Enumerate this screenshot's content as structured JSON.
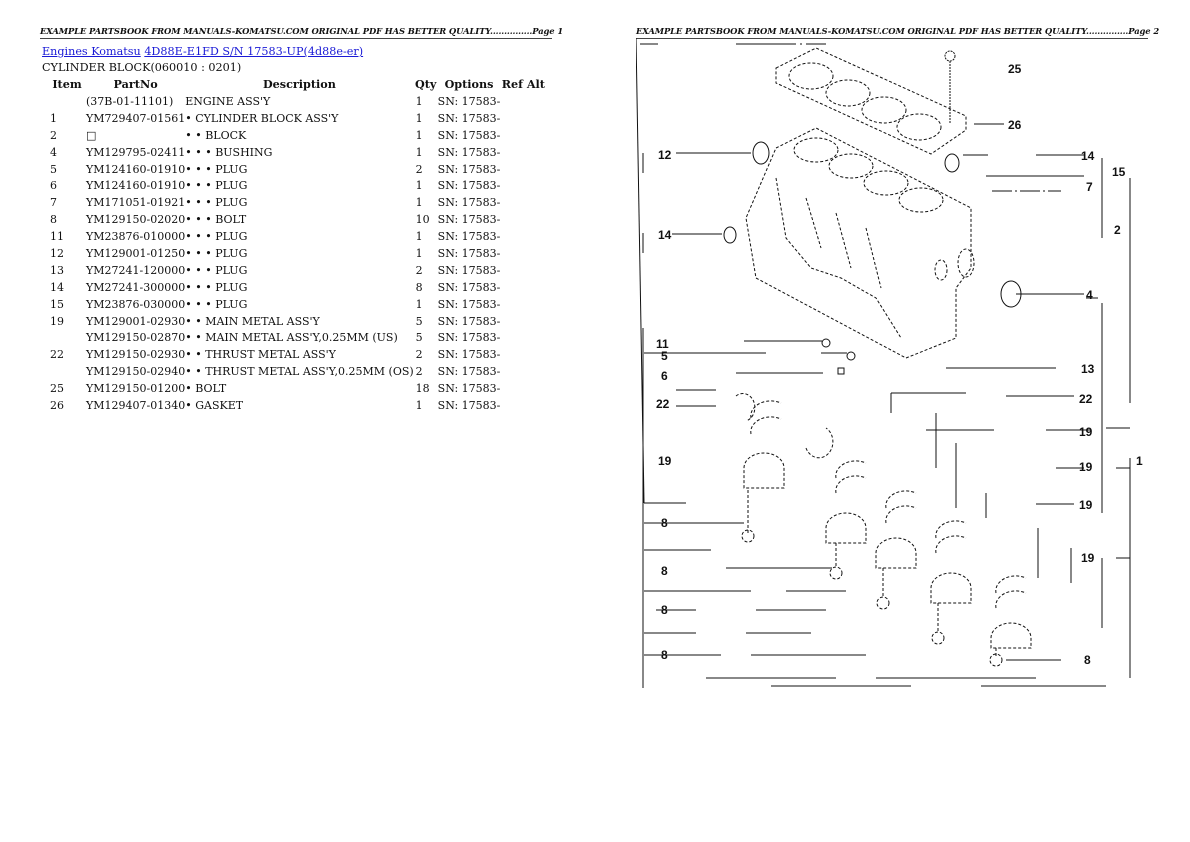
{
  "pages": [
    {
      "header": "EXAMPLE PARTSBOOK FROM MANUALS-KOMATSU.COM ORIGINAL PDF HAS BETTER QUALITY...............Page 1"
    },
    {
      "header": "EXAMPLE PARTSBOOK FROM MANUALS-KOMATSU.COM ORIGINAL PDF HAS BETTER QUALITY...............Page 2"
    }
  ],
  "breadcrumb": {
    "link1": "Engines Komatsu",
    "link2": "4D88E-E1FD S/N 17583-UP(4d88e-er)"
  },
  "section_title": "CYLINDER BLOCK(060010 : 0201)",
  "table": {
    "columns": [
      "Item",
      "PartNo",
      "Description",
      "Qty",
      "Options",
      "Ref Alt"
    ],
    "rows": [
      {
        "item": "",
        "part": "(37B-01-11101)",
        "desc": "ENGINE ASS'Y",
        "qty": "1",
        "opt": "SN: 17583-",
        "ref": ""
      },
      {
        "item": "1",
        "part": "YM729407-01561",
        "desc": "• CYLINDER BLOCK ASS'Y",
        "qty": "1",
        "opt": "SN: 17583-",
        "ref": ""
      },
      {
        "item": "2",
        "part": "□",
        "desc": "• • BLOCK",
        "qty": "1",
        "opt": "SN: 17583-",
        "ref": ""
      },
      {
        "item": "4",
        "part": "YM129795-02411",
        "desc": "• • • BUSHING",
        "qty": "1",
        "opt": "SN: 17583-",
        "ref": ""
      },
      {
        "item": "5",
        "part": "YM124160-01910",
        "desc": "• • • PLUG",
        "qty": "2",
        "opt": "SN: 17583-",
        "ref": ""
      },
      {
        "item": "6",
        "part": "YM124160-01910",
        "desc": "• • • PLUG",
        "qty": "1",
        "opt": "SN: 17583-",
        "ref": ""
      },
      {
        "item": "7",
        "part": "YM171051-01921",
        "desc": "• • • PLUG",
        "qty": "1",
        "opt": "SN: 17583-",
        "ref": ""
      },
      {
        "item": "8",
        "part": "YM129150-02020",
        "desc": "• • • BOLT",
        "qty": "10",
        "opt": "SN: 17583-",
        "ref": ""
      },
      {
        "item": "11",
        "part": "YM23876-010000",
        "desc": "• • • PLUG",
        "qty": "1",
        "opt": "SN: 17583-",
        "ref": ""
      },
      {
        "item": "12",
        "part": "YM129001-01250",
        "desc": "• • • PLUG",
        "qty": "1",
        "opt": "SN: 17583-",
        "ref": ""
      },
      {
        "item": "13",
        "part": "YM27241-120000",
        "desc": "• • • PLUG",
        "qty": "2",
        "opt": "SN: 17583-",
        "ref": ""
      },
      {
        "item": "14",
        "part": "YM27241-300000",
        "desc": "• • • PLUG",
        "qty": "8",
        "opt": "SN: 17583-",
        "ref": ""
      },
      {
        "item": "15",
        "part": "YM23876-030000",
        "desc": "• • • PLUG",
        "qty": "1",
        "opt": "SN: 17583-",
        "ref": ""
      },
      {
        "item": "19",
        "part": "YM129001-02930",
        "desc": "• • MAIN METAL ASS'Y",
        "qty": "5",
        "opt": "SN: 17583-",
        "ref": ""
      },
      {
        "item": "",
        "part": "YM129150-02870",
        "desc": "• • MAIN METAL ASS'Y,0.25MM (US)",
        "qty": "5",
        "opt": "SN: 17583-",
        "ref": ""
      },
      {
        "item": "22",
        "part": "YM129150-02930",
        "desc": "• • THRUST METAL ASS'Y",
        "qty": "2",
        "opt": "SN: 17583-",
        "ref": ""
      },
      {
        "item": "",
        "part": "YM129150-02940",
        "desc": "• • THRUST METAL ASS'Y,0.25MM (OS)",
        "qty": "2",
        "opt": "SN: 17583-",
        "ref": ""
      },
      {
        "item": "25",
        "part": "YM129150-01200",
        "desc": "• BOLT",
        "qty": "18",
        "opt": "SN: 17583-",
        "ref": ""
      },
      {
        "item": "26",
        "part": "YM129407-01340",
        "desc": "• GASKET",
        "qty": "1",
        "opt": "SN: 17583-",
        "ref": ""
      }
    ]
  },
  "diagram": {
    "callouts": {
      "c25": "25",
      "c26": "26",
      "c12": "12",
      "c14a": "14",
      "c15": "15",
      "c7": "7",
      "c2": "2",
      "c14b": "14",
      "c4": "4",
      "c11": "11",
      "c5": "5",
      "c6": "6",
      "c13": "13",
      "c22a": "22",
      "c22b": "22",
      "c19a": "19",
      "c19b": "19",
      "c19c": "19",
      "c19d": "19",
      "c19e": "19",
      "c1": "1",
      "c8a": "8",
      "c8b": "8",
      "c8c": "8",
      "c8d": "8",
      "c8e": "8"
    }
  }
}
